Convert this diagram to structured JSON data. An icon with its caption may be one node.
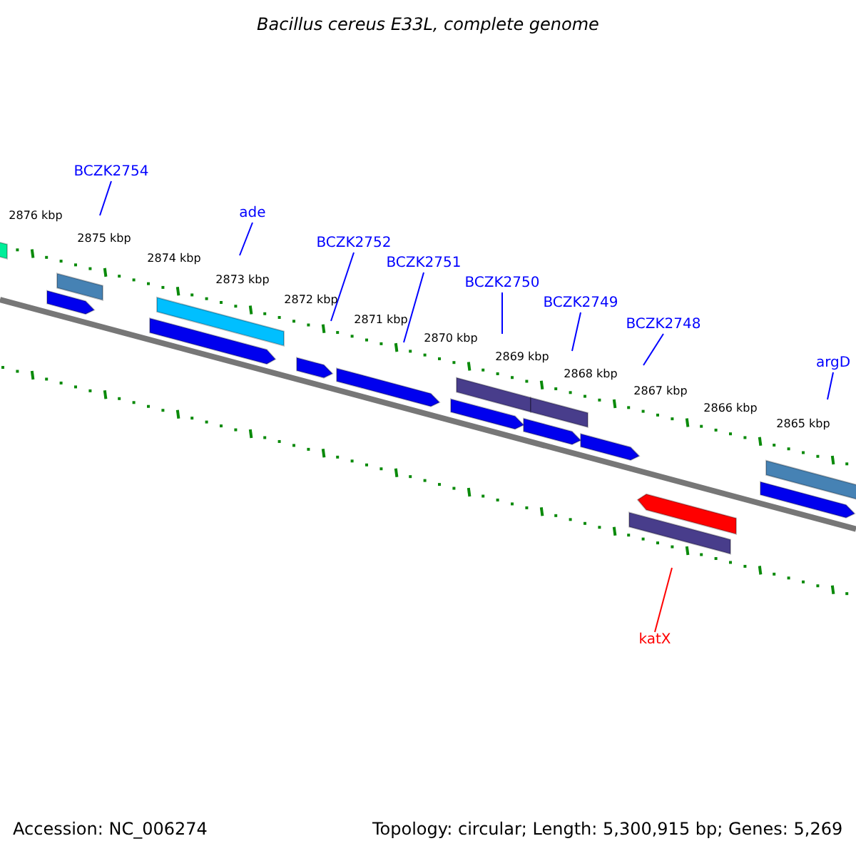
{
  "diagram": {
    "title": "Bacillus cereus E33L, complete genome",
    "nodes": [
      {
        "text": [
          "BCZK2754"
        ]
      },
      {
        "text": [
          "ade"
        ]
      },
      {
        "text": [
          "BCZK2752"
        ]
      },
      {
        "text": [
          "BCZK2751"
        ]
      },
      {
        "text": [
          "BCZK2750"
        ]
      },
      {
        "text": [
          "BCZK2749"
        ]
      },
      {
        "text": [
          "BCZK2748"
        ]
      },
      {
        "text": [
          "argD"
        ]
      },
      {
        "text": [
          "katX"
        ]
      }
    ],
    "edges": [
      {
        "from": 0,
        "to": null,
        "arrow": "none"
      },
      {
        "from": 1,
        "to": null,
        "arrow": "none"
      },
      {
        "from": 2,
        "to": null,
        "arrow": "none"
      },
      {
        "from": 3,
        "to": null,
        "arrow": "none"
      },
      {
        "from": 4,
        "to": null,
        "arrow": "none"
      },
      {
        "from": 5,
        "to": null,
        "arrow": "none"
      },
      {
        "from": 6,
        "to": null,
        "arrow": "none"
      },
      {
        "from": 7,
        "to": null,
        "arrow": "none"
      },
      {
        "from": 8,
        "to": null,
        "arrow": "none",
        "color": "#ff0000"
      }
    ],
    "labels": [
      "2876 kbp",
      "2875 kbp",
      "2874 kbp",
      "2873 kbp",
      "2872 kbp",
      "2871 kbp",
      "2870 kbp",
      "2869 kbp",
      "2868 kbp",
      "2867 kbp",
      "2866 kbp",
      "2865 kbp",
      "Accession: NC_006274",
      "Topology: circular; Length: 5,300,915 bp; Genes: 5,269"
    ]
  }
}
